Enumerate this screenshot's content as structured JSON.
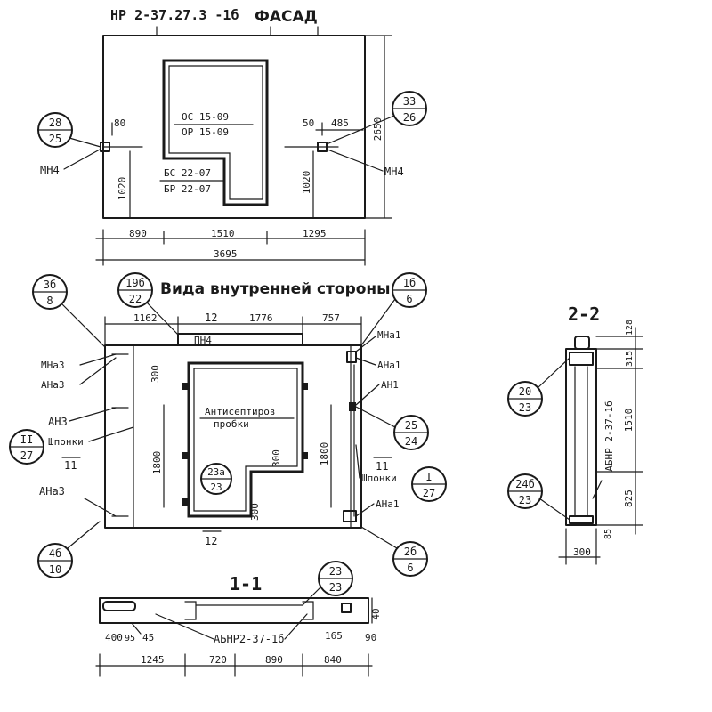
{
  "facade": {
    "code": "НР 2-37.27.3 -1б",
    "title": "ФАСАД",
    "window_label_1": "ОС 15-09",
    "window_label_2": "ОР 15-09",
    "door_label_1": "БС 22-07",
    "door_label_2": "БР 22-07",
    "dim_890": "890",
    "dim_1510": "1510",
    "dim_1295": "1295",
    "dim_3695": "3695",
    "dim_2650": "2650",
    "dim_80": "80",
    "dim_50": "50",
    "dim_485": "485",
    "dim_1020_left": "1020",
    "dim_1020_right": "1020",
    "mn4_left": "МН4",
    "mn4_right": "МН4",
    "callout_left_top": "28",
    "callout_left_bottom": "25",
    "callout_right_top": "33",
    "callout_right_bottom": "26"
  },
  "inner": {
    "title": "Вида внутренней стороны",
    "dim_1162": "1162",
    "dim_1776": "1776",
    "dim_757": "757",
    "dim_300_a": "300",
    "dim_300_b": "300",
    "dim_300_c": "300",
    "dim_1800_left": "1800",
    "dim_1800_right": "1800",
    "pn4": "ПН4",
    "mark_12_top": "12",
    "mark_12_bottom": "12",
    "antiseptic_1": "Антисептиров",
    "antiseptic_2": "пробки",
    "mna3": "МНа3",
    "ana3_top": "АНа3",
    "an3": "АН3",
    "shponki_left": "Шпонки",
    "ana3_bottom": "АНа3",
    "mna1": "МНа1",
    "ana1_top": "АНа1",
    "an1": "АН1",
    "shponki_right": "Шпонки",
    "ana1_bottom": "АНа1",
    "mark_11_left": "11",
    "mark_11_right": "11",
    "c_3b_t": "3б",
    "c_3b_b": "8",
    "c_19b_t": "19б",
    "c_19b_b": "22",
    "c_1b_t": "1б",
    "c_1b_b": "6",
    "c_II_t": "II",
    "c_II_b": "27",
    "c_23a_t": "23а",
    "c_23a_b": "23",
    "c_25_t": "25",
    "c_25_b": "24",
    "c_I_t": "I",
    "c_I_b": "27",
    "c_4b_t": "4б",
    "c_4b_b": "10",
    "c_2b_t": "2б",
    "c_2b_b": "6"
  },
  "section_11": {
    "title": "1-1",
    "callout_t": "23",
    "callout_b": "23",
    "label": "АБНР2-37-1б",
    "dim_400": "400",
    "dim_95": "95",
    "dim_45": "45",
    "dim_165": "165",
    "dim_90": "90",
    "dim_40": "40",
    "dim_1245": "1245",
    "dim_720": "720",
    "dim_890": "890",
    "dim_840": "840"
  },
  "section_22": {
    "title": "2-2",
    "dim_128": "128",
    "dim_315": "315",
    "dim_1510": "1510",
    "dim_825": "825",
    "dim_85": "85",
    "dim_300": "300",
    "label": "АБНР 2-37-1б",
    "c_20_t": "20",
    "c_20_b": "23",
    "c_24b_t": "24б",
    "c_24b_b": "23"
  }
}
